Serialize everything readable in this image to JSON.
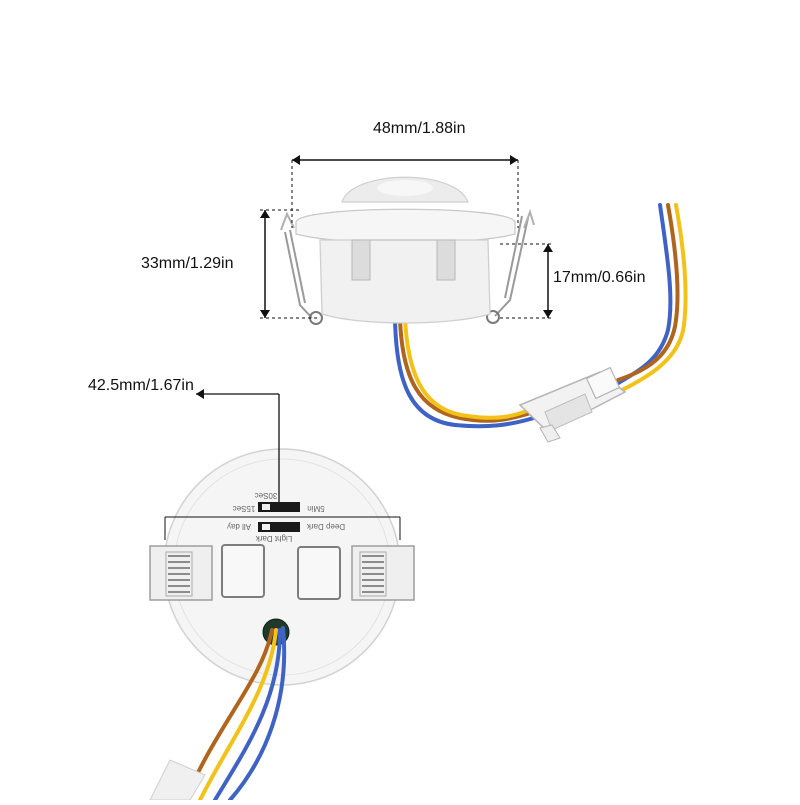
{
  "dimensions": {
    "width": "48mm/1.88in",
    "height": "33mm/1.29in",
    "depth": "17mm/0.66in",
    "cutout_diameter": "42.5mm/1.67in"
  },
  "dial_labels": {
    "time_max": "5Min",
    "time_mid": "30Sec",
    "time_min": "15Sec",
    "lux_max": "Deep Dark",
    "lux_min": "All day",
    "lux_mid": "Light Dark"
  },
  "colors": {
    "housing": "#f4f4f4",
    "wire_blue": "#3f63c4",
    "wire_yellow": "#f2c21b",
    "wire_brown": "#b0651e",
    "dimension_line": "#111111"
  }
}
